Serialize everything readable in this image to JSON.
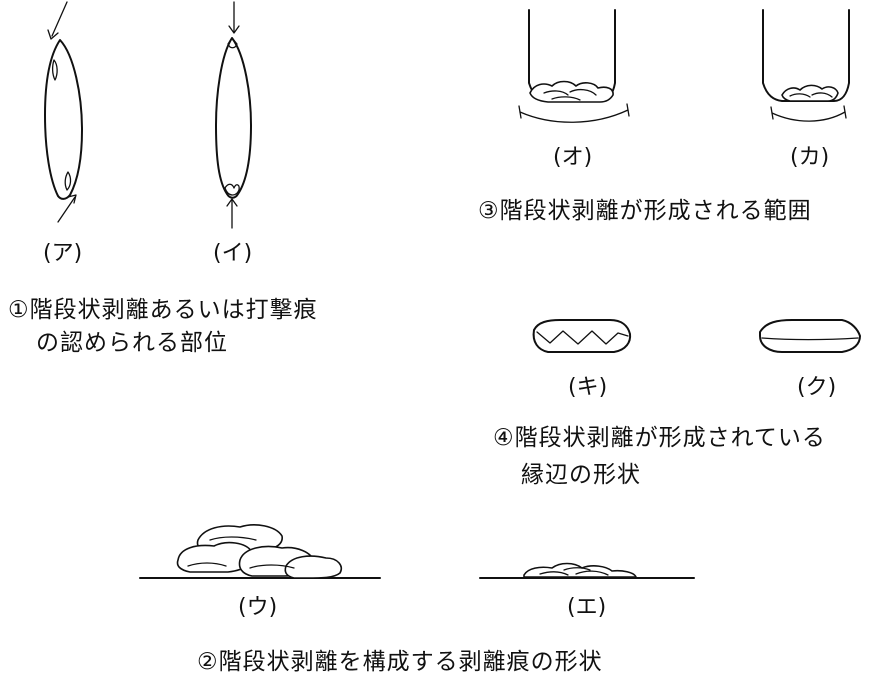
{
  "panel1": {
    "label_a": "(ア)",
    "label_b": "(イ)",
    "caption_line1": "①階段状剥離あるいは打撃痕",
    "caption_line2": "の認められる部位"
  },
  "panel2": {
    "label_a": "(ウ)",
    "label_b": "(エ)",
    "caption": "②階段状剥離を構成する剥離痕の形状"
  },
  "panel3": {
    "label_a": "(オ)",
    "label_b": "(カ)",
    "caption": "③階段状剥離が形成される範囲"
  },
  "panel4": {
    "label_a": "(キ)",
    "label_b": "(ク)",
    "caption_line1": "④階段状剥離が形成されている",
    "caption_line2": "縁辺の形状"
  },
  "colors": {
    "ink": "#111111",
    "paper": "#ffffff"
  }
}
